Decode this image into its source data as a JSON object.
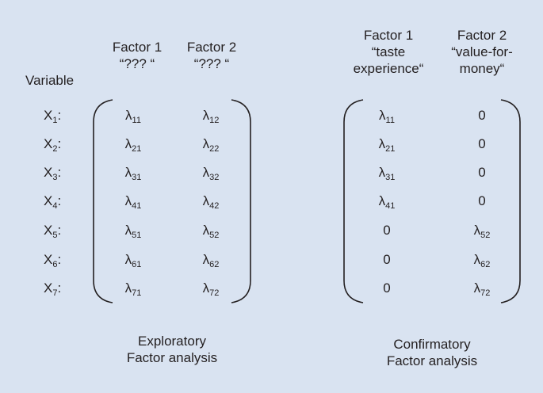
{
  "variable_label": "Variable",
  "rows": [
    {
      "label": "X",
      "sub": "1",
      "suffix": ":"
    },
    {
      "label": "X",
      "sub": "2",
      "suffix": ":"
    },
    {
      "label": "X",
      "sub": "3",
      "suffix": ":"
    },
    {
      "label": "X",
      "sub": "4",
      "suffix": ":"
    },
    {
      "label": "X",
      "sub": "5",
      "suffix": ":"
    },
    {
      "label": "X",
      "sub": "6",
      "suffix": ":"
    },
    {
      "label": "X",
      "sub": "7",
      "suffix": ":"
    }
  ],
  "exploratory": {
    "factor1": {
      "line1": "Factor 1",
      "line2": "“??? “"
    },
    "factor2": {
      "line1": "Factor 2",
      "line2": "“??? “"
    },
    "matrix": [
      [
        {
          "sym": "λ",
          "sub": "11"
        },
        {
          "sym": "λ",
          "sub": "12"
        }
      ],
      [
        {
          "sym": "λ",
          "sub": "21"
        },
        {
          "sym": "λ",
          "sub": "22"
        }
      ],
      [
        {
          "sym": "λ",
          "sub": "31"
        },
        {
          "sym": "λ",
          "sub": "32"
        }
      ],
      [
        {
          "sym": "λ",
          "sub": "41"
        },
        {
          "sym": "λ",
          "sub": "42"
        }
      ],
      [
        {
          "sym": "λ",
          "sub": "51"
        },
        {
          "sym": "λ",
          "sub": "52"
        }
      ],
      [
        {
          "sym": "λ",
          "sub": "61"
        },
        {
          "sym": "λ",
          "sub": "62"
        }
      ],
      [
        {
          "sym": "λ",
          "sub": "71"
        },
        {
          "sym": "λ",
          "sub": "72"
        }
      ]
    ],
    "caption": {
      "line1": "Exploratory",
      "line2": "Factor analysis"
    }
  },
  "confirmatory": {
    "factor1": {
      "line1": "Factor 1",
      "line2": "“taste",
      "line3": "experience“"
    },
    "factor2": {
      "line1": "Factor 2",
      "line2": "“value-for-",
      "line3": "money“"
    },
    "matrix": [
      [
        {
          "sym": "λ",
          "sub": "11"
        },
        {
          "sym": "0",
          "sub": ""
        }
      ],
      [
        {
          "sym": "λ",
          "sub": "21"
        },
        {
          "sym": "0",
          "sub": ""
        }
      ],
      [
        {
          "sym": "λ",
          "sub": "31"
        },
        {
          "sym": "0",
          "sub": ""
        }
      ],
      [
        {
          "sym": "λ",
          "sub": "41"
        },
        {
          "sym": "0",
          "sub": ""
        }
      ],
      [
        {
          "sym": "0",
          "sub": ""
        },
        {
          "sym": "λ",
          "sub": "52"
        }
      ],
      [
        {
          "sym": "0",
          "sub": ""
        },
        {
          "sym": "λ",
          "sub": "62"
        }
      ],
      [
        {
          "sym": "0",
          "sub": ""
        },
        {
          "sym": "λ",
          "sub": "72"
        }
      ]
    ],
    "caption": {
      "line1": "Confirmatory",
      "line2": "Factor analysis"
    }
  }
}
